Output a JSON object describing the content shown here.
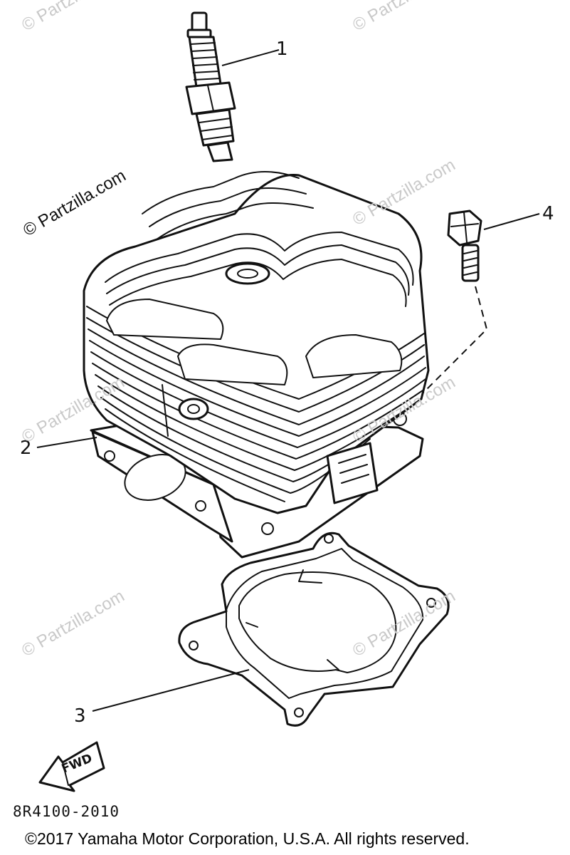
{
  "watermark": {
    "text": "© Partzilla.com"
  },
  "callouts": {
    "part_1": "1",
    "part_2": "2",
    "part_3": "3",
    "part_4": "4"
  },
  "icons": {
    "spark_plug": "spark-plug-icon",
    "cylinder": "cylinder-icon",
    "gasket": "gasket-icon",
    "bolt": "bolt-icon",
    "fwd_arrow": "fwd-arrow-icon"
  },
  "fwd_arrow": {
    "label": "FWD"
  },
  "drawing_number": "8R4100-2010",
  "copyright": "©2017 Yamaha Motor Corporation, U.S.A. All rights reserved.",
  "colors": {
    "ink": "#111111",
    "watermark": "#c9c9c9",
    "background": "#ffffff"
  }
}
